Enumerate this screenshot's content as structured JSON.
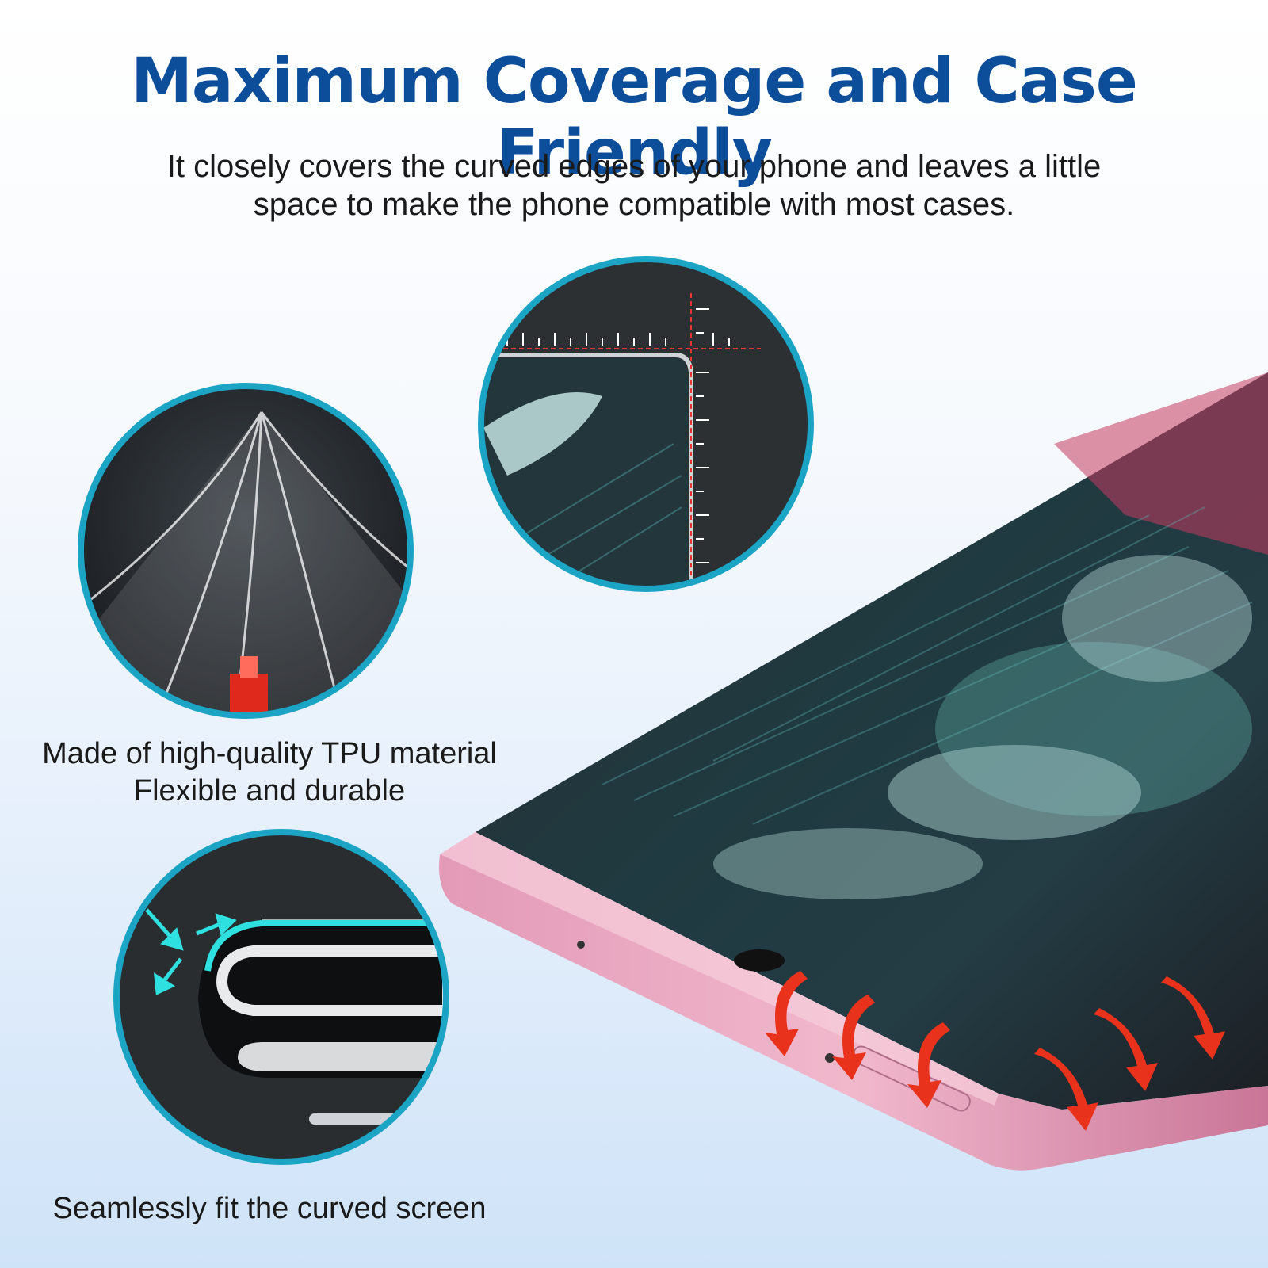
{
  "header": {
    "title": "Maximum Coverage and Case Friendly",
    "subtitle_line1": "It closely covers the curved edges of your phone and leaves a little",
    "subtitle_line2": "space to make the phone compatible with most cases."
  },
  "features": [
    {
      "line1": "Made of high-quality TPU material",
      "line2": "Flexible and durable",
      "icon": "tpu-film-icon"
    },
    {
      "line1": "Seamlessly fit the curved screen",
      "icon": "curved-edge-icon"
    },
    {
      "icon": "edge-measurement-icon"
    }
  ],
  "colors": {
    "title": "#0d4e9a",
    "circle_ring": "#1ba4c4",
    "accent_cyan": "#2ee0e0",
    "arrow_red": "#e8321c",
    "phone_frame": "#e9a8c0"
  }
}
